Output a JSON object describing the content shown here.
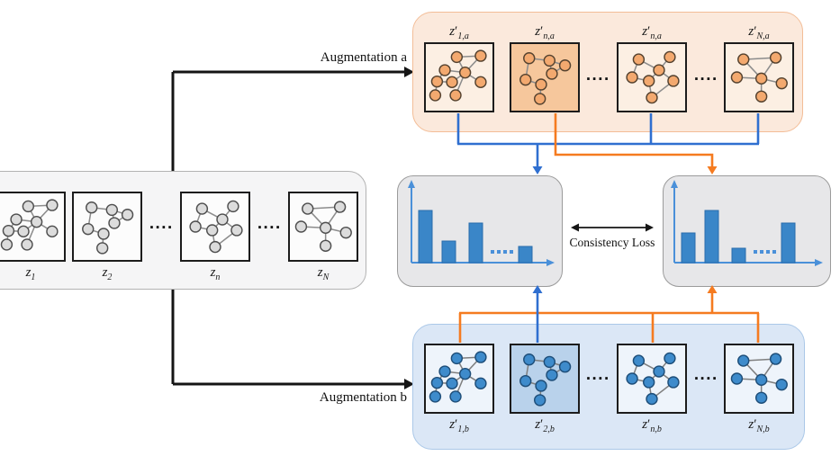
{
  "figure_labels": {
    "augmentation_a": "Augmentation a",
    "augmentation_b": "Augmentation b",
    "consistency_loss": "Consistency Loss",
    "separator_dots": "····"
  },
  "panels": {
    "source": {
      "items": [
        {
          "main": "z",
          "sub": "1",
          "graph": "g1",
          "highlight": false
        },
        {
          "main": "z",
          "sub": "2",
          "graph": "g2",
          "highlight": false
        },
        {
          "main": "z",
          "sub": "n",
          "graph": "g3",
          "highlight": false
        },
        {
          "main": "z",
          "sub": "N",
          "graph": "g4",
          "highlight": false
        }
      ]
    },
    "aug_a": {
      "items": [
        {
          "main": "z",
          "prime": "′",
          "sub": "1,a",
          "graph": "g1",
          "highlight": false
        },
        {
          "main": "z",
          "prime": "′",
          "sub": "n,a",
          "graph": "g2",
          "highlight": true
        },
        {
          "main": "z",
          "prime": "′",
          "sub": "n,a",
          "graph": "g3",
          "highlight": false
        },
        {
          "main": "z",
          "prime": "′",
          "sub": "N,a",
          "graph": "g4",
          "highlight": false
        }
      ]
    },
    "aug_b": {
      "items": [
        {
          "main": "z",
          "prime": "′",
          "sub": "1,b",
          "graph": "g1",
          "highlight": false
        },
        {
          "main": "z",
          "prime": "′",
          "sub": "2,b",
          "graph": "g2",
          "highlight": true
        },
        {
          "main": "z",
          "prime": "′",
          "sub": "n,b",
          "graph": "g3",
          "highlight": false
        },
        {
          "main": "z",
          "prime": "′",
          "sub": "N,b",
          "graph": "g4",
          "highlight": false
        }
      ]
    }
  },
  "histograms": {
    "left": {
      "bars": [
        58,
        24,
        44,
        18
      ]
    },
    "right": {
      "bars": [
        33,
        58,
        16,
        44
      ]
    }
  },
  "colors": {
    "connector_blue": "#2f6fd0",
    "connector_orange": "#f57b20",
    "arrow_black": "#151515",
    "bar_fill": "#3a86c8",
    "bar_stroke": "#2a6cab",
    "hist_axis": "#4a90d9",
    "hist_box_bg": "#e7e7e9",
    "hist_box_border": "#9b9b9b",
    "schemes": {
      "source": {
        "panel_bg": "#f5f5f6",
        "panel_border": "#b3b3b3",
        "thumb_bg": "#fcfcfc",
        "thumb_hl": "#e9e9e9",
        "node": "#dcdcdc",
        "node_stroke": "#4f4f4f",
        "edge": "#8c8c8c"
      },
      "aug_a": {
        "panel_bg": "#fbe9dc",
        "panel_border": "#f3bd97",
        "thumb_bg": "#fcefe3",
        "thumb_hl": "#f6c79c",
        "node": "#f3a96f",
        "node_stroke": "#55422f",
        "edge": "#8c8c8c"
      },
      "aug_b": {
        "panel_bg": "#dbe7f6",
        "panel_border": "#abc8e8",
        "thumb_bg": "#eef4fb",
        "thumb_hl": "#b9d2eb",
        "node": "#3e8bcb",
        "node_stroke": "#1e4e79",
        "edge": "#7f7f7f"
      }
    }
  },
  "graphs": {
    "g1": {
      "nodes": [
        [
          0.46,
          0.16
        ],
        [
          0.86,
          0.14
        ],
        [
          0.26,
          0.38
        ],
        [
          0.6,
          0.42
        ],
        [
          0.13,
          0.57
        ],
        [
          0.38,
          0.58
        ],
        [
          0.1,
          0.8
        ],
        [
          0.44,
          0.8
        ],
        [
          0.86,
          0.58
        ]
      ],
      "edges": [
        [
          0,
          1
        ],
        [
          0,
          3
        ],
        [
          1,
          3
        ],
        [
          2,
          3
        ],
        [
          3,
          5
        ],
        [
          3,
          7
        ],
        [
          3,
          8
        ],
        [
          4,
          5
        ],
        [
          4,
          6
        ],
        [
          2,
          4
        ]
      ]
    },
    "g2": {
      "nodes": [
        [
          0.24,
          0.18
        ],
        [
          0.58,
          0.22
        ],
        [
          0.84,
          0.3
        ],
        [
          0.62,
          0.44
        ],
        [
          0.18,
          0.54
        ],
        [
          0.44,
          0.62
        ],
        [
          0.42,
          0.86
        ]
      ],
      "edges": [
        [
          0,
          1
        ],
        [
          1,
          2
        ],
        [
          1,
          3
        ],
        [
          2,
          3
        ],
        [
          0,
          4
        ],
        [
          4,
          5
        ],
        [
          5,
          6
        ]
      ]
    },
    "g3": {
      "nodes": [
        [
          0.28,
          0.2
        ],
        [
          0.8,
          0.16
        ],
        [
          0.62,
          0.38
        ],
        [
          0.17,
          0.5
        ],
        [
          0.45,
          0.56
        ],
        [
          0.86,
          0.56
        ],
        [
          0.5,
          0.84
        ]
      ],
      "edges": [
        [
          0,
          2
        ],
        [
          0,
          3
        ],
        [
          1,
          2
        ],
        [
          2,
          4
        ],
        [
          3,
          4
        ],
        [
          2,
          5
        ],
        [
          4,
          6
        ],
        [
          5,
          6
        ]
      ]
    },
    "g4": {
      "nodes": [
        [
          0.24,
          0.2
        ],
        [
          0.78,
          0.17
        ],
        [
          0.54,
          0.52
        ],
        [
          0.13,
          0.5
        ],
        [
          0.88,
          0.6
        ],
        [
          0.54,
          0.82
        ]
      ],
      "edges": [
        [
          0,
          1
        ],
        [
          0,
          2
        ],
        [
          1,
          2
        ],
        [
          2,
          3
        ],
        [
          2,
          4
        ],
        [
          2,
          5
        ]
      ]
    }
  }
}
